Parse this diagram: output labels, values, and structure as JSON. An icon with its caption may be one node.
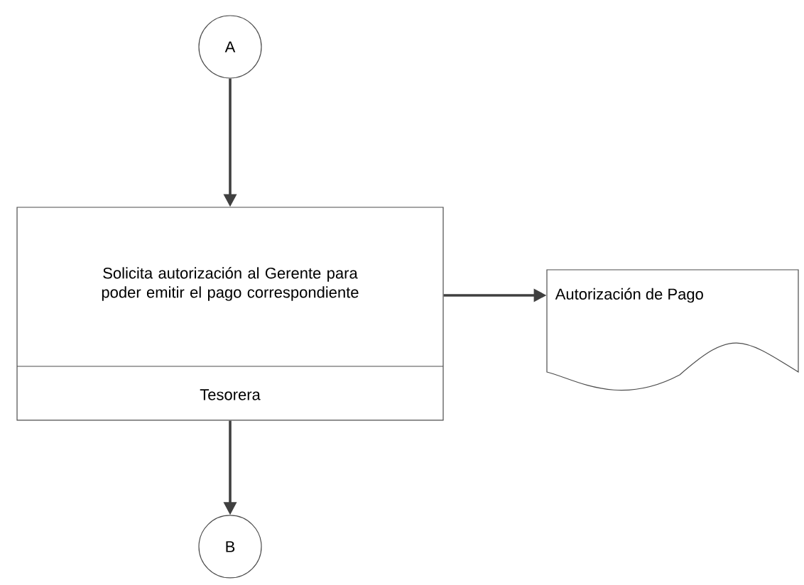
{
  "diagram": {
    "nodes": [
      {
        "text": [
          "A"
        ]
      },
      {
        "text": [
          "Solicita autorización al Gerente para poder emitir el pago correspondiente",
          "Tesorera"
        ]
      },
      {
        "text": [
          "Autorización de Pago"
        ]
      },
      {
        "text": [
          "B"
        ]
      }
    ],
    "edges": [
      {
        "from": 0,
        "to": 1,
        "arrow": "to"
      },
      {
        "from": 1,
        "to": 2,
        "arrow": "to"
      },
      {
        "from": 1,
        "to": 3,
        "arrow": "to"
      }
    ]
  }
}
